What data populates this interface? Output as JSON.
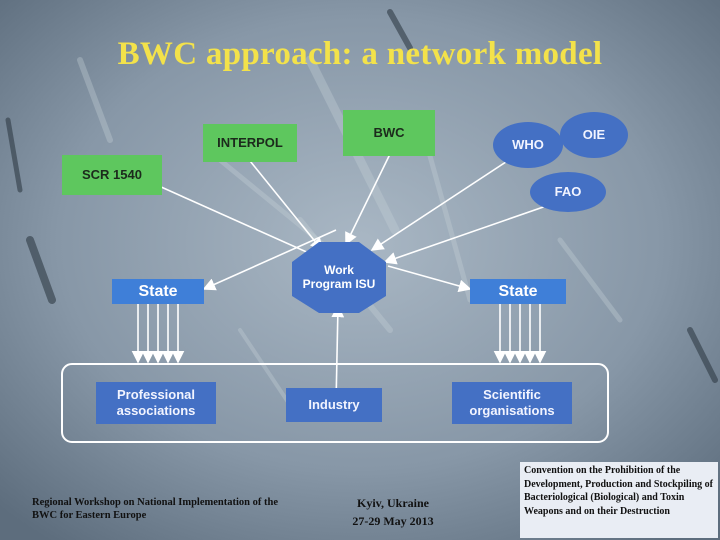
{
  "title": "BWC approach: a network model",
  "nodes": {
    "bwc": "BWC",
    "interpol": "INTERPOL",
    "who": "WHO",
    "oie": "OIE",
    "scr": "SCR 1540",
    "fao": "FAO",
    "isu": "Work Program ISU",
    "state_left": "State",
    "state_right": "State",
    "prof": "Professional associations",
    "industry": "Industry",
    "sci": "Scientific organisations"
  },
  "footer": {
    "left": "Regional Workshop on National Implementation of the BWC for Eastern Europe",
    "center_city": "Kyiv, Ukraine",
    "center_date": "27-29 May 2013",
    "right": "Convention on the Prohibition of the Development, Production and Stockpiling of Bacteriological (Biological) and Toxin Weapons and on their Destruction"
  },
  "colors": {
    "title": "#f3e24a",
    "green": "#5ec75e",
    "blue": "#4470c4",
    "state": "#3f7fd8",
    "arrow": "#ffffff"
  }
}
